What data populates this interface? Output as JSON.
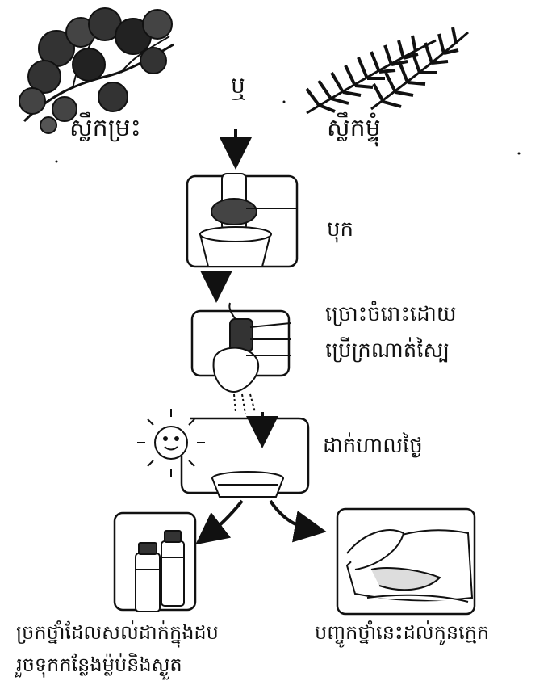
{
  "diagram": {
    "plant_left": "ស្លឹកម្រះ",
    "connector": "ឬ",
    "plant_right": "ស្លឹកម្ទុំ",
    "step_pound": "បុក",
    "step_squeeze_line1": "ច្រោះចំរោះដោយ",
    "step_squeeze_line2": "ប្រើក្រណាត់ស្បៃ",
    "step_sun": "ដាក់ហាលថ្ងៃ",
    "outcome_store_line1": "ច្រកថ្នាំដែលសល់ដាក់ក្នុងដប",
    "outcome_store_line2": "រួចទុកកន្លែងម្ល៉ប់និងស្ងួត",
    "outcome_apply": "បញ្ចូកថ្នាំនេះដល់កូនក្មេក"
  }
}
